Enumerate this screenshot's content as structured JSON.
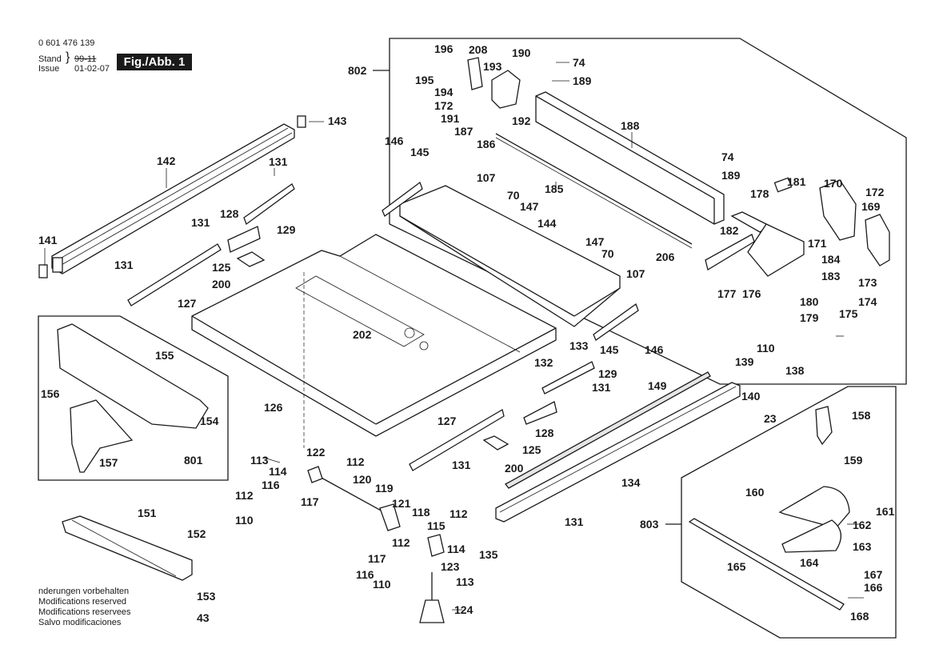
{
  "header": {
    "part_number": "0 601 476 139",
    "stand_label": "Stand",
    "issue_label": "Issue",
    "stand_value_struck": "99-11",
    "issue_value": "01-02-07",
    "figure_label": "Fig./Abb. 1"
  },
  "footer_notes": [
    "nderungen vorbehalten",
    "Modifications reserved",
    "Modifications reservees",
    "Salvo modificaciones"
  ],
  "groups": {
    "rip_fence": "802",
    "blade_guard": "801",
    "miter_gauge": "803"
  },
  "labels": {
    "l196": "196",
    "l208": "208",
    "l190": "190",
    "l74a": "74",
    "l193": "193",
    "l195": "195",
    "l189a": "189",
    "l194": "194",
    "l172a": "172",
    "l191": "191",
    "l192": "192",
    "l187": "187",
    "l186": "186",
    "l188": "188",
    "l74b": "74",
    "l189b": "189",
    "l185": "185",
    "l181": "181",
    "l170": "170",
    "l172b": "172",
    "l178": "178",
    "l169": "169",
    "l182": "182",
    "l171": "171",
    "l206": "206",
    "l184": "184",
    "l183": "183",
    "l177": "177",
    "l176": "176",
    "l173": "173",
    "l180": "180",
    "l174": "174",
    "l179": "179",
    "l175": "175",
    "l143": "143",
    "l142": "142",
    "l146a": "146",
    "l145a": "145",
    "l131a": "131",
    "l107a": "107",
    "l70a": "70",
    "l147a": "147",
    "l144": "144",
    "l131b": "131",
    "l128a": "128",
    "l129a": "129",
    "l141": "141",
    "l131c": "131",
    "l125a": "125",
    "l147b": "147",
    "l70b": "70",
    "l107b": "107",
    "l200a": "200",
    "l127a": "127",
    "l155": "155",
    "l202": "202",
    "l145b": "145",
    "l146b": "146",
    "l133": "133",
    "l132": "132",
    "l110a": "110",
    "l138": "138",
    "l139": "139",
    "l156": "156",
    "l154": "154",
    "l126": "126",
    "l129b": "129",
    "l149": "149",
    "l140": "140",
    "l131d": "131",
    "l23": "23",
    "l128b": "128",
    "l158": "158",
    "l127b": "127",
    "l157": "157",
    "l801": "801",
    "l113a": "113",
    "l122": "122",
    "l112a": "112",
    "l125b": "125",
    "l131e": "131",
    "l200b": "200",
    "l159": "159",
    "l114a": "114",
    "l116a": "116",
    "l120": "120",
    "l117a": "117",
    "l112b": "112",
    "l119": "119",
    "l134": "134",
    "l160": "160",
    "l161": "161",
    "l110b": "110",
    "l121": "121",
    "l118": "118",
    "l112c": "112",
    "l131f": "131",
    "l803": "803",
    "l162": "162",
    "l151": "151",
    "l152": "152",
    "l115": "115",
    "l112d": "112",
    "l114b": "114",
    "l163": "163",
    "l135": "135",
    "l117b": "117",
    "l123": "123",
    "l165": "165",
    "l164": "164",
    "l116b": "116",
    "l113b": "113",
    "l167": "167",
    "l110c": "110",
    "l166": "166",
    "l153": "153",
    "l124": "124",
    "l43": "43",
    "l168": "168",
    "l802": "802"
  }
}
